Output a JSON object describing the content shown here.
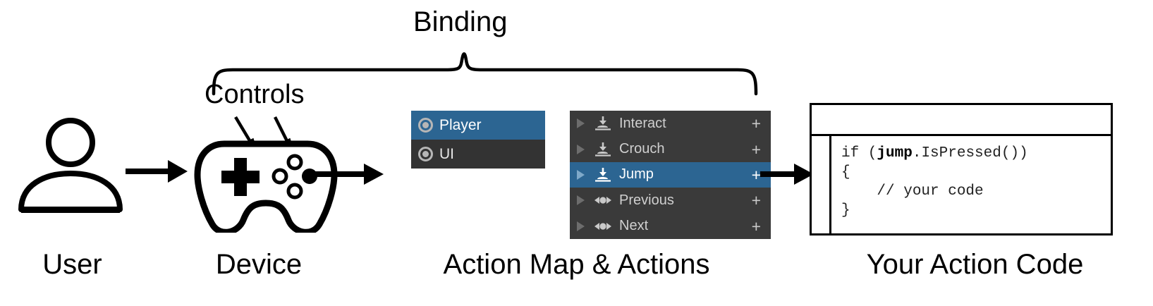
{
  "diagram": {
    "title_annotation": "Binding",
    "controls_annotation": "Controls"
  },
  "captions": {
    "user": "User",
    "device": "Device",
    "action_map": "Action Map & Actions",
    "code": "Your Action Code"
  },
  "icons": {
    "user": "user-avatar-icon",
    "device": "gamepad-icon",
    "flow_arrow": "arrow-right-icon",
    "brace": "curly-brace-icon"
  },
  "action_map_panel": {
    "name": "action-map-list",
    "items": [
      {
        "label": "Player",
        "icon": "action-map-ring-icon",
        "selected": true
      },
      {
        "label": "UI",
        "icon": "action-map-ring-icon",
        "selected": false
      }
    ]
  },
  "actions_panel": {
    "name": "actions-list",
    "add_label": "+",
    "items": [
      {
        "label": "Interact",
        "icon": "button-press-icon",
        "selected": false,
        "add": "+"
      },
      {
        "label": "Crouch",
        "icon": "button-press-icon",
        "selected": false,
        "add": "+"
      },
      {
        "label": "Jump",
        "icon": "button-press-icon",
        "selected": true,
        "add": "+"
      },
      {
        "label": "Previous",
        "icon": "axis-icon",
        "selected": false,
        "add": "+"
      },
      {
        "label": "Next",
        "icon": "axis-icon",
        "selected": false,
        "add": "+"
      }
    ]
  },
  "code_window": {
    "name": "code-editor-window",
    "title": "",
    "lines": [
      {
        "pre": "if (",
        "bold": "jump",
        "post": ".IsPressed())"
      },
      {
        "pre": "{",
        "bold": "",
        "post": ""
      },
      {
        "pre": "    // your code",
        "bold": "",
        "post": ""
      },
      {
        "pre": "}",
        "bold": "",
        "post": ""
      }
    ]
  },
  "colors": {
    "selection_blue": "#2c6592",
    "panel_dark": "#333333",
    "panel_dark_alt": "#3a3a3a",
    "text_light": "#cfcfcf",
    "background": "#ffffff",
    "stroke": "#000000"
  }
}
